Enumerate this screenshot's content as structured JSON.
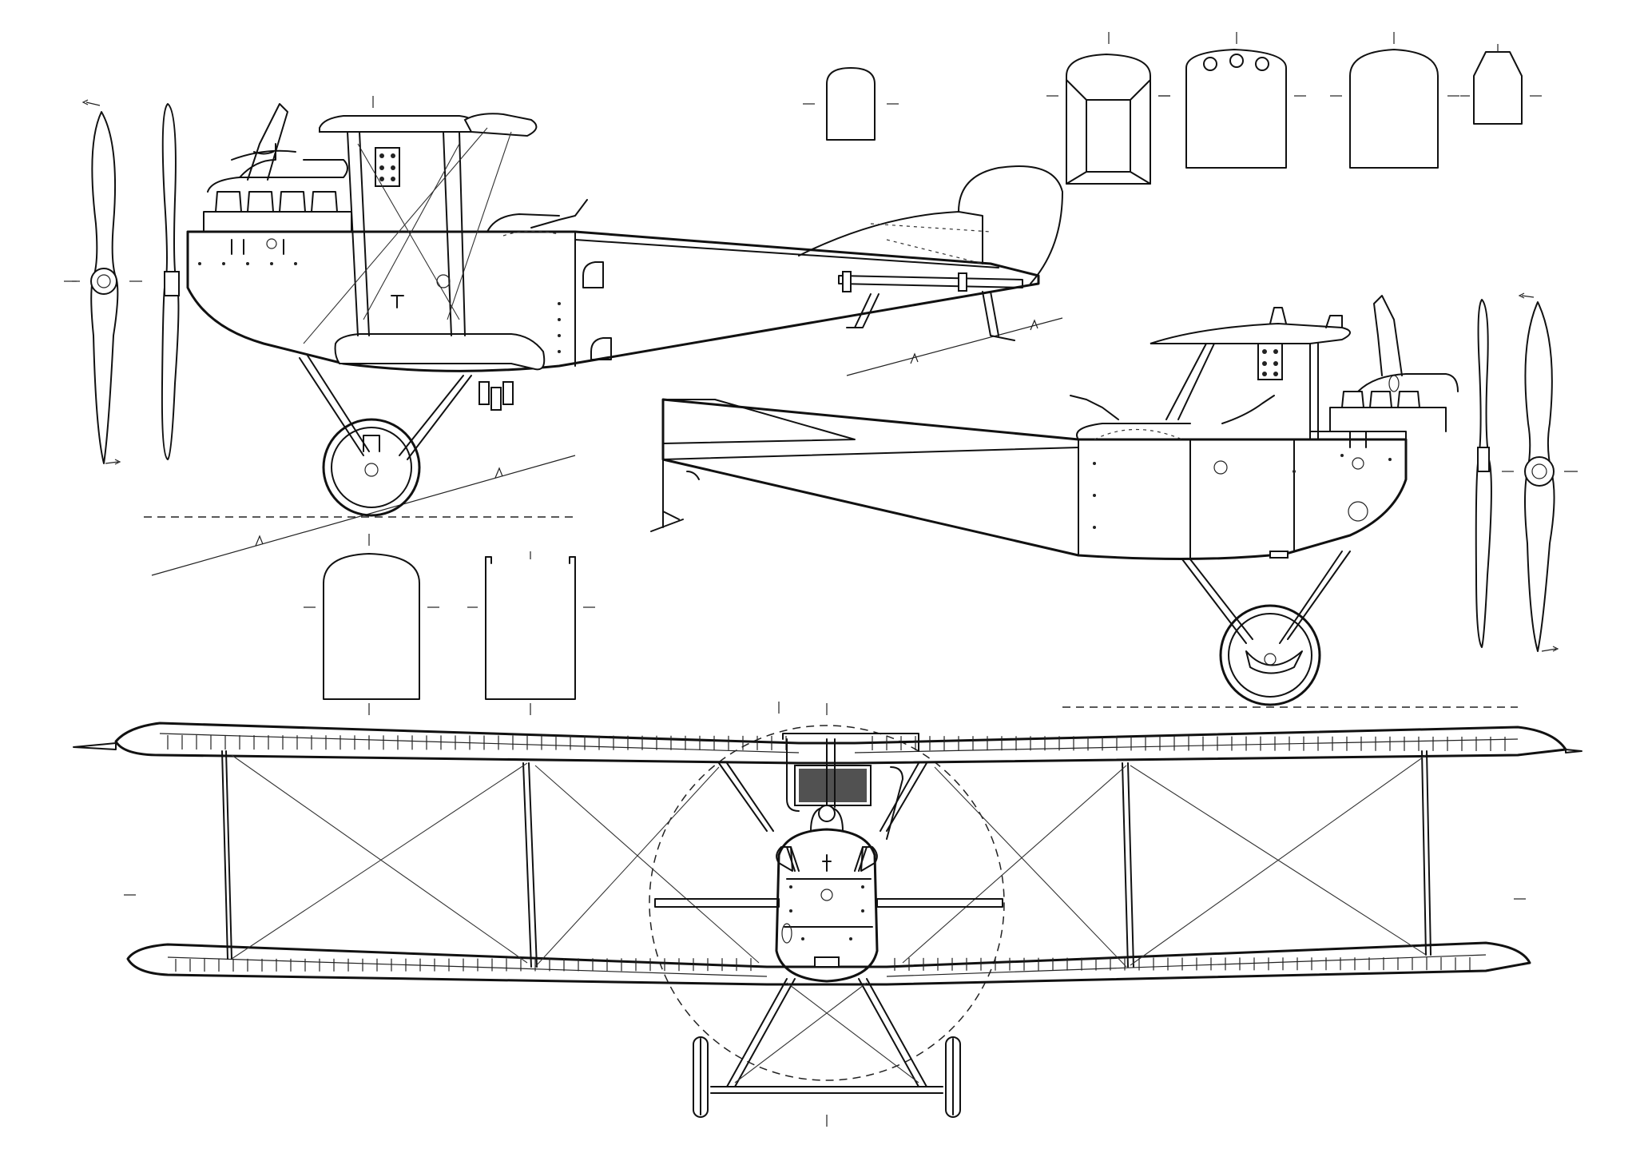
{
  "drawing": {
    "views": [
      "left-profile",
      "right-profile",
      "front-view",
      "cross-sections"
    ]
  },
  "colors": {
    "ink": "#111111",
    "paper": "#ffffff"
  }
}
